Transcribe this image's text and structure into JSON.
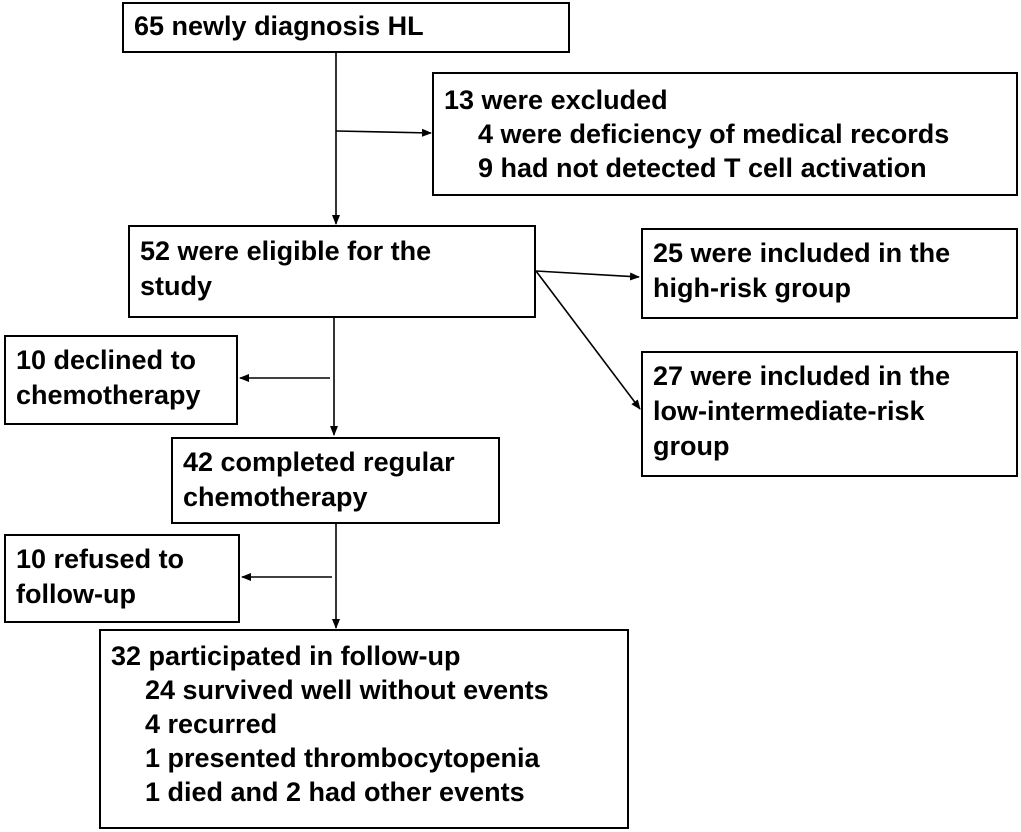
{
  "boxes": {
    "start": {
      "text": "65 newly diagnosis HL"
    },
    "excluded": {
      "title": "13 were excluded",
      "items": [
        "4 were deficiency of medical  records",
        "9 had not detected T cell activation"
      ]
    },
    "eligible": {
      "lines": [
        "52 were eligible for the",
        "study"
      ]
    },
    "high_risk": {
      "lines": [
        "25 were included in the",
        "high-risk group"
      ]
    },
    "low_risk": {
      "lines": [
        "27 were included in the",
        "low-intermediate-risk",
        "group"
      ]
    },
    "declined": {
      "lines": [
        "10 declined to",
        "chemotherapy"
      ]
    },
    "completed": {
      "lines": [
        "42 completed regular",
        "chemotherapy"
      ]
    },
    "refused": {
      "lines": [
        "10 refused to",
        "follow-up"
      ]
    },
    "followup": {
      "title": "32 participated in follow-up",
      "items": [
        "24 survived well without events",
        "4 recurred",
        "1 presented thrombocytopenia",
        "1 died and 2 had other events"
      ]
    }
  },
  "colors": {
    "stroke": "#000000",
    "background": "#ffffff",
    "text": "#000000"
  }
}
